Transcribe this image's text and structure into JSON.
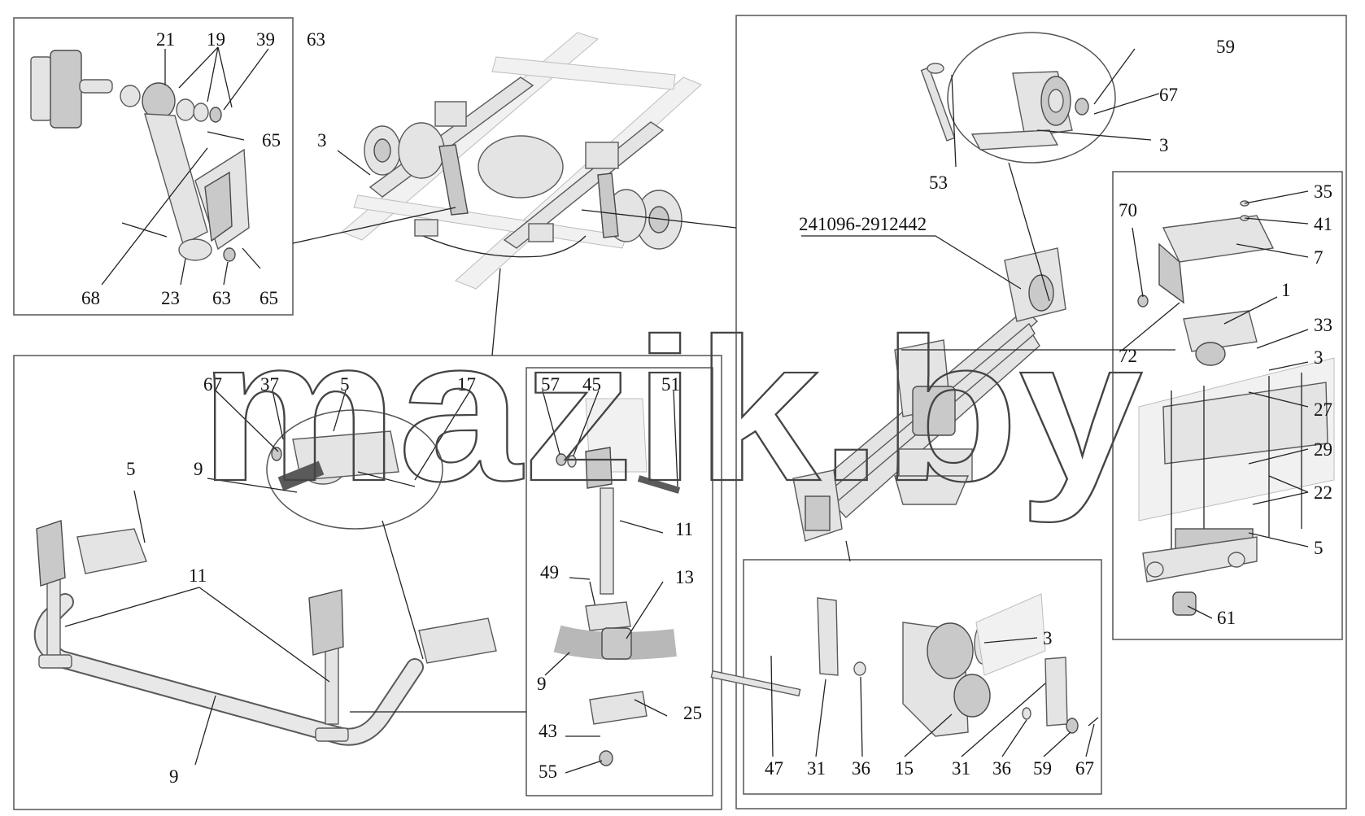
{
  "watermark": "mazik.by",
  "panels": {
    "shock_absorber": {
      "labels": [
        "21",
        "19",
        "39",
        "63",
        "65",
        "68",
        "23",
        "63",
        "65"
      ]
    },
    "overview": {
      "labels": [
        "3"
      ]
    },
    "spring": {
      "labels": [
        "59",
        "67",
        "53",
        "3",
        "241096-2912442",
        "70",
        "35",
        "41",
        "7",
        "1",
        "72",
        "33",
        "3",
        "27",
        "29",
        "22",
        "5",
        "61"
      ]
    },
    "stabilizer": {
      "labels": [
        "67",
        "37",
        "5",
        "17",
        "9",
        "5",
        "11",
        "9"
      ]
    },
    "link": {
      "labels": [
        "57",
        "45",
        "51",
        "11",
        "49",
        "13",
        "9",
        "25",
        "43",
        "55"
      ]
    },
    "shackle": {
      "labels": [
        "3",
        "47",
        "31",
        "36",
        "15",
        "31",
        "36",
        "59",
        "67"
      ]
    }
  }
}
